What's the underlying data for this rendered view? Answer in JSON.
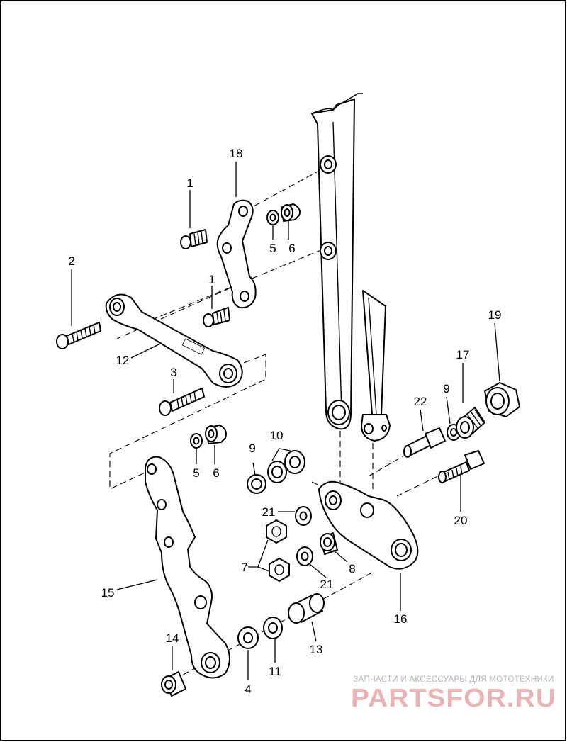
{
  "callouts": [
    "1",
    "2",
    "3",
    "4",
    "5",
    "6",
    "7",
    "8",
    "9",
    "10",
    "11",
    "12",
    "13",
    "14",
    "15",
    "16",
    "17",
    "18",
    "19",
    "20",
    "21",
    "22"
  ],
  "watermark": {
    "tagline": "ЗАПЧАСТИ И АКСЕССУАРЫ ДЛЯ МОТОТЕХНИКИ",
    "logo": "PARTSFOR.RU"
  },
  "colors": {
    "line": "#000000",
    "background": "#ffffff",
    "watermark_logo": "#e8b4b4",
    "watermark_text": "#b5b5b5"
  }
}
